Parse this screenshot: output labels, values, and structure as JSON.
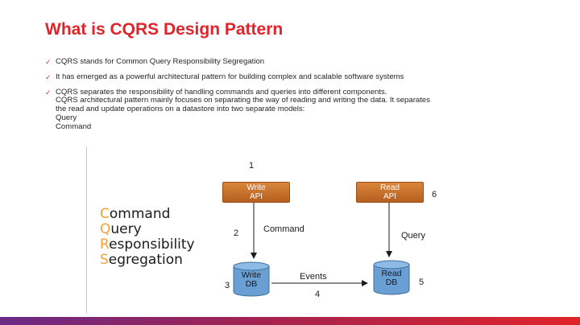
{
  "slide": {
    "title": "What is CQRS Design Pattern",
    "bullets": [
      {
        "lines": [
          "CQRS stands for Common Query Responsibility Segregation"
        ]
      },
      {
        "lines": [
          "It has emerged as a powerful architectural pattern for building complex and scalable software systems"
        ]
      },
      {
        "lines": [
          "CQRS separates the responsibility of handling commands and queries into different components.",
          "CQRS architectural pattern mainly focuses on separating the way of reading and writing the data. It separates",
          "the read and update operations on a datastore into two separate models:",
          "Query",
          "Command"
        ]
      }
    ],
    "check_glyph": "✓"
  },
  "acronym": [
    {
      "initial": "C",
      "rest": "ommand"
    },
    {
      "initial": "Q",
      "rest": "uery"
    },
    {
      "initial": "R",
      "rest": "esponsibility"
    },
    {
      "initial": "S",
      "rest": "egregation"
    }
  ],
  "diagram": {
    "write_api": {
      "line1": "Write",
      "line2": "API"
    },
    "read_api": {
      "line1": "Read",
      "line2": "API"
    },
    "write_db": {
      "line1": "Write",
      "line2": "DB"
    },
    "read_db": {
      "line1": "Read",
      "line2": "DB"
    },
    "labels": {
      "command": "Command",
      "query": "Query",
      "events": "Events"
    },
    "numbers": {
      "n1": "1",
      "n2": "2",
      "n3": "3",
      "n4": "4",
      "n5": "5",
      "n6": "6"
    }
  },
  "colors": {
    "title": "#e0242a",
    "acronym_initial": "#f0a13a",
    "api_box": "#c4712c",
    "db_fill": "#6a9fd4"
  }
}
